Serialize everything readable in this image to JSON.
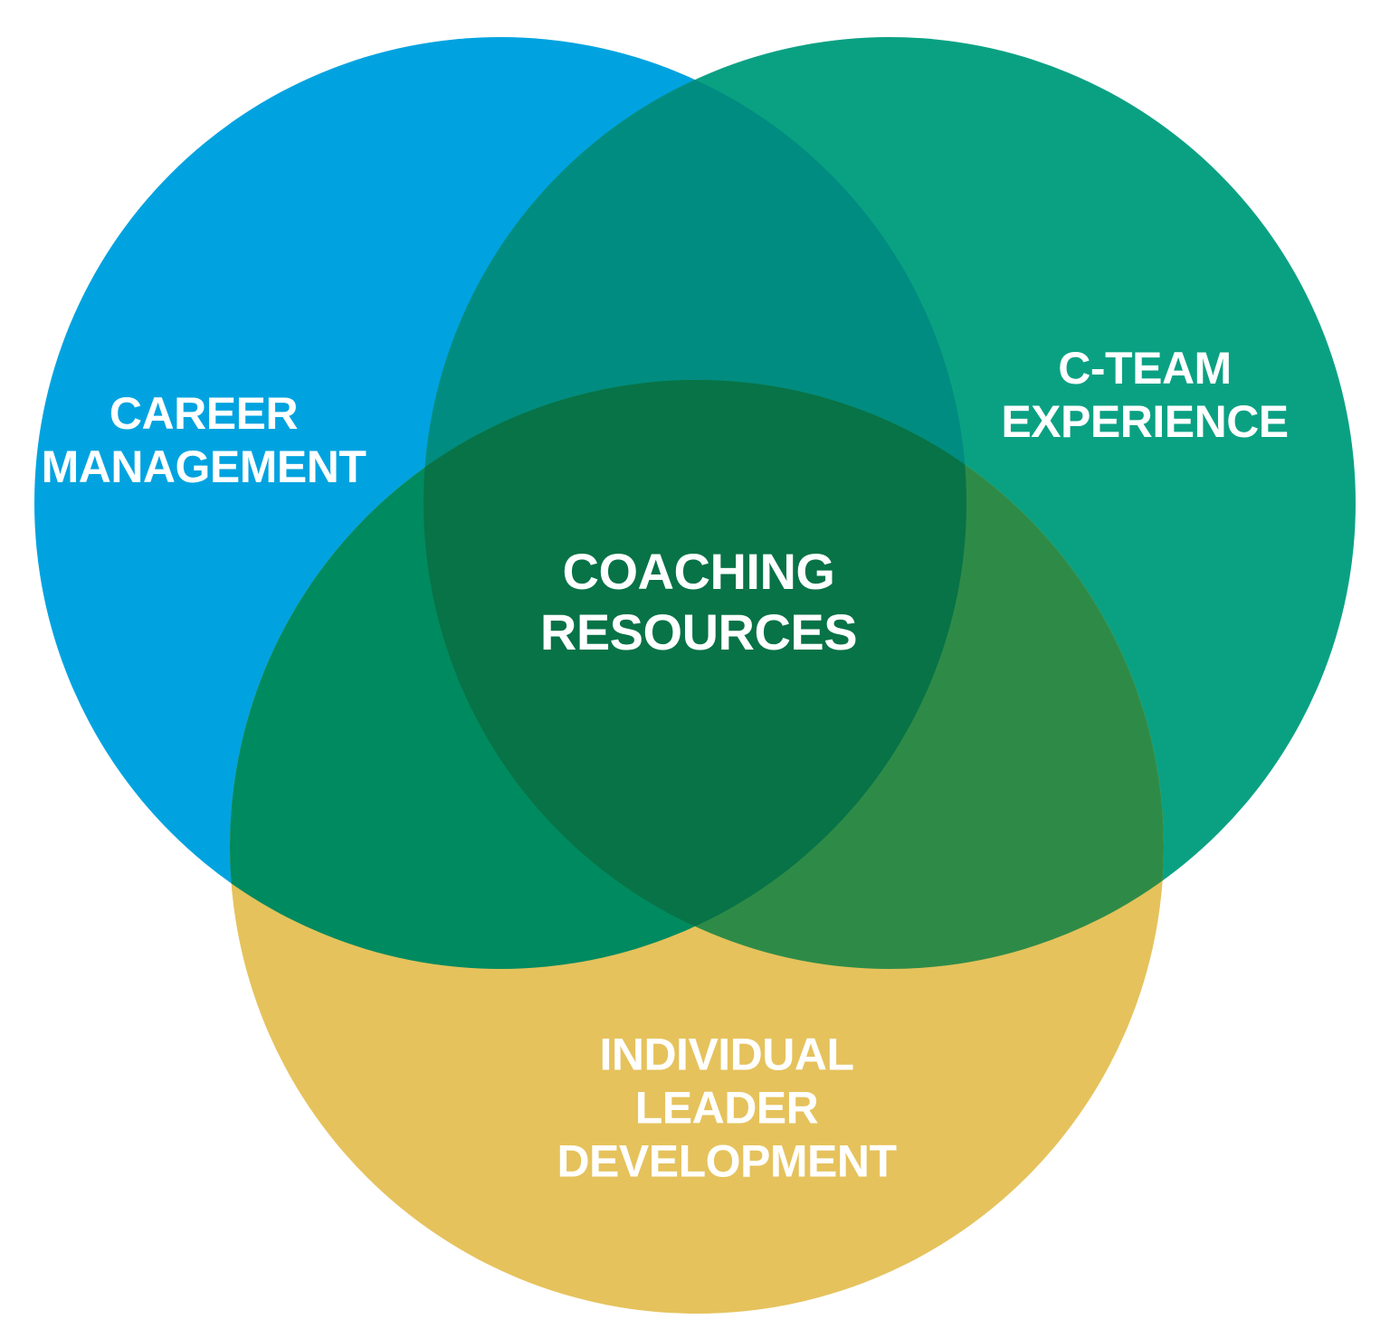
{
  "diagram": {
    "type": "venn",
    "description": "Three-circle Venn diagram of coaching program components",
    "background": "#FFFFFF",
    "text_color": "#FFFFFF",
    "sets": {
      "career": {
        "label": "CAREER\nMANAGEMENT",
        "color": "#00A3E0"
      },
      "cteam": {
        "label": "C-TEAM\nEXPERIENCE",
        "color": "#0AA183"
      },
      "individual": {
        "label": "INDIVIDUAL\nLEADER\nDEVELOPMENT",
        "color": "#E5C25C"
      }
    },
    "intersections": {
      "career_cteam": {
        "members": [
          "CAREER MANAGEMENT",
          "C-TEAM EXPERIENCE"
        ],
        "color": "#008C80"
      },
      "career_individual": {
        "members": [
          "CAREER MANAGEMENT",
          "INDIVIDUAL LEADER DEVELOPMENT"
        ],
        "color": "#008A5F"
      },
      "cteam_individual": {
        "members": [
          "C-TEAM EXPERIENCE",
          "INDIVIDUAL LEADER DEVELOPMENT"
        ],
        "color": "#2E8B47"
      },
      "all_three": {
        "label": "COACHING\nRESOURCES",
        "members": [
          "CAREER MANAGEMENT",
          "C-TEAM EXPERIENCE",
          "INDIVIDUAL LEADER DEVELOPMENT"
        ],
        "color": "#077347"
      }
    }
  }
}
